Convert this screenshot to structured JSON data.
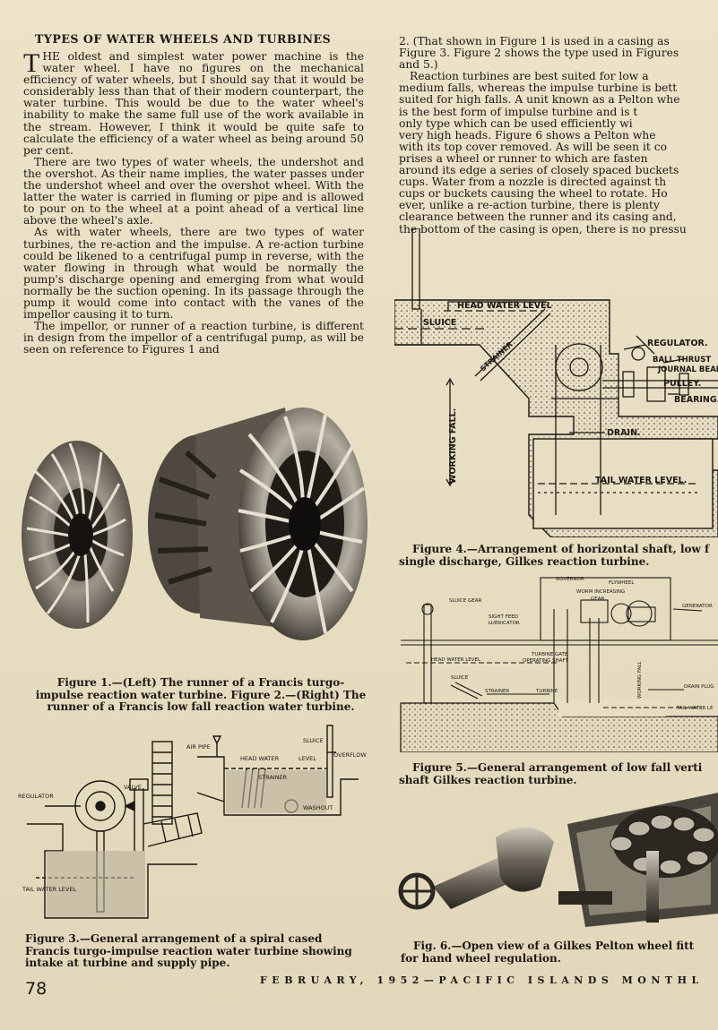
{
  "article": {
    "heading": "TYPES OF WATER WHEELS AND TURBINES",
    "dropcap": "T",
    "para1": "HE oldest and simplest water power machine is the water wheel. I have no figures on the mechanical efficiency of water wheels, but I should say that it would be considerably less than that of their modern counterpart, the water turbine. This would be due to the water wheel's inability to make the same full use of the work available in the stream. However, I think it would be quite safe to calculate the efficiency of a water wheel as being around 50 per cent.",
    "para2": "There are two types of water wheels, the undershot and the overshot. As their name implies, the water passes under the undershot wheel and over the overshot wheel. With the latter the water is carried in fluming or pipe and is allowed to pour on to the wheel at a point ahead of a vertical line above the wheel's axle.",
    "para3": "As with water wheels, there are two types of water turbines, the re-action and the impulse. A re-action turbine could be likened to a centrifugal pump in reverse, with the water flowing in through what would be normally the pump's discharge opening and emerging from what would normally be the suction opening. In its passage through the pump it would come into contact with the vanes of the impellor causing it to turn.",
    "para4": "The impellor, or runner of a reaction turbine, is different in design from the impellor of a centrifugal pump, as will be seen on reference to Figures 1 and",
    "right_lines": [
      "2. (That shown in Figure 1 is used in a casing as",
      "Figure 3. Figure 2 shows the type used in Figures",
      "and 5.)",
      "Reaction turbines are best suited for low a",
      "medium falls, whereas the impulse turbine is bett",
      "suited for high falls. A unit known as a Pelton whe",
      "is the best form of impulse turbine and is t",
      "only type which can be used efficiently wi",
      "very high heads. Figure 6 shows a Pelton whe",
      "with its top cover removed. As will be seen it co",
      "prises a wheel or runner to which are fasten",
      "around its edge a series of closely spaced buckets",
      "cups. Water from a nozzle is directed against th",
      "cups or buckets causing the wheel to rotate. Ho",
      "ever, unlike a re-action turbine, there is plenty",
      "clearance between the runner and its casing and,",
      "the bottom of the casing is open, there is no pressu"
    ]
  },
  "captions": {
    "fig1_2": "Figure 1.—(Left) The runner of a Francis turgo-impulse reaction water turbine. Figure 2.—(Right) The runner of a Francis low fall reaction water turbine.",
    "fig3": "Figure 3.—General arrangement of a spiral cased Francis turgo-impulse reaction water turbine showing intake at turbine and supply pipe.",
    "fig4_l1": "Figure 4.—Arrangement of horizontal shaft, low f",
    "fig4_l2": "single discharge, Gilkes reaction turbine.",
    "fig5_l1": "Figure 5.—General arrangement of low fall verti",
    "fig5_l2": "shaft Gilkes reaction turbine.",
    "fig6_l1": "Fig. 6.—Open view of a Gilkes Pelton wheel fitt",
    "fig6_l2": "for hand wheel regulation."
  },
  "fig3_labels": {
    "air_pipe": "AIR PIPE",
    "head_water": "HEAD WATER",
    "level": "LEVEL",
    "overflow": "OVERFLOW",
    "sluice": "SLUICE",
    "strainer": "STRAINER",
    "washout": "WASHOUT",
    "valve": "VALVE",
    "regulator": "REGULATOR",
    "tail_water": "TAIL WATER LEVEL"
  },
  "fig4_labels": {
    "head_water": "HEAD WATER LEVEL",
    "sluice": "SLUICE",
    "strainer": "STRAINER",
    "regulator": "REGULATOR.",
    "ball_thrust": "BALL THRUST",
    "journal": "JOURNAL BEAR",
    "pulley": "PULLEY.",
    "bearing": "BEARING.",
    "drain": "DRAIN.",
    "working_fall": "WORKING FALL.",
    "tail_water": "TAIL WATER LEVEL."
  },
  "fig5_labels": {
    "governor": "GOVERNOR",
    "flywheel": "FLYWHEEL",
    "worm": "WORM INCREASING",
    "gear": "GEAR",
    "sluice_gear": "SLUICE GEAR",
    "generator": "GENERATOR",
    "sight_feed": "SIGHT FEED",
    "lubricator": "LUBRICATOR",
    "gate_shaft_1": "TURBINE GATE",
    "gate_shaft_2": "OPERATING SHAFT",
    "head_water": "HEAD WATER LEVEL",
    "sluice": "SLUICE",
    "strainer": "STRAINER",
    "turbine": "TURBINE",
    "working_fall": "WORKING FALL",
    "drain_plug": "DRAIN PLUG",
    "tail_water": "TAIL WATER LE"
  },
  "footer": {
    "page_number": "78",
    "running_title": "FEBRUARY, 1952—PACIFIC ISLANDS MONTHL"
  },
  "colors": {
    "paper": "#e9e0c6",
    "ink": "#1b1712"
  }
}
